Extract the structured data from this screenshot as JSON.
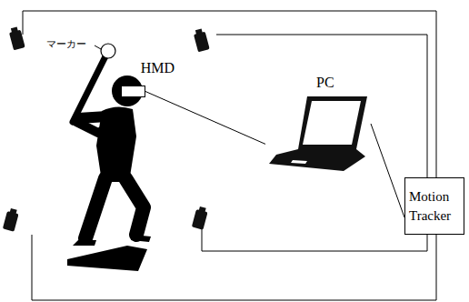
{
  "diagram": {
    "nodes": [
      {
        "text": [
          "HMD"
        ]
      },
      {
        "text": [
          "PC"
        ]
      },
      {
        "text": [
          "Motion Tracker"
        ]
      }
    ],
    "edges": [
      {
        "from": 0,
        "to": 1,
        "arrow": "none"
      },
      {
        "from": 1,
        "to": 2,
        "arrow": "none"
      }
    ],
    "labels": [
      "マーカー"
    ]
  }
}
